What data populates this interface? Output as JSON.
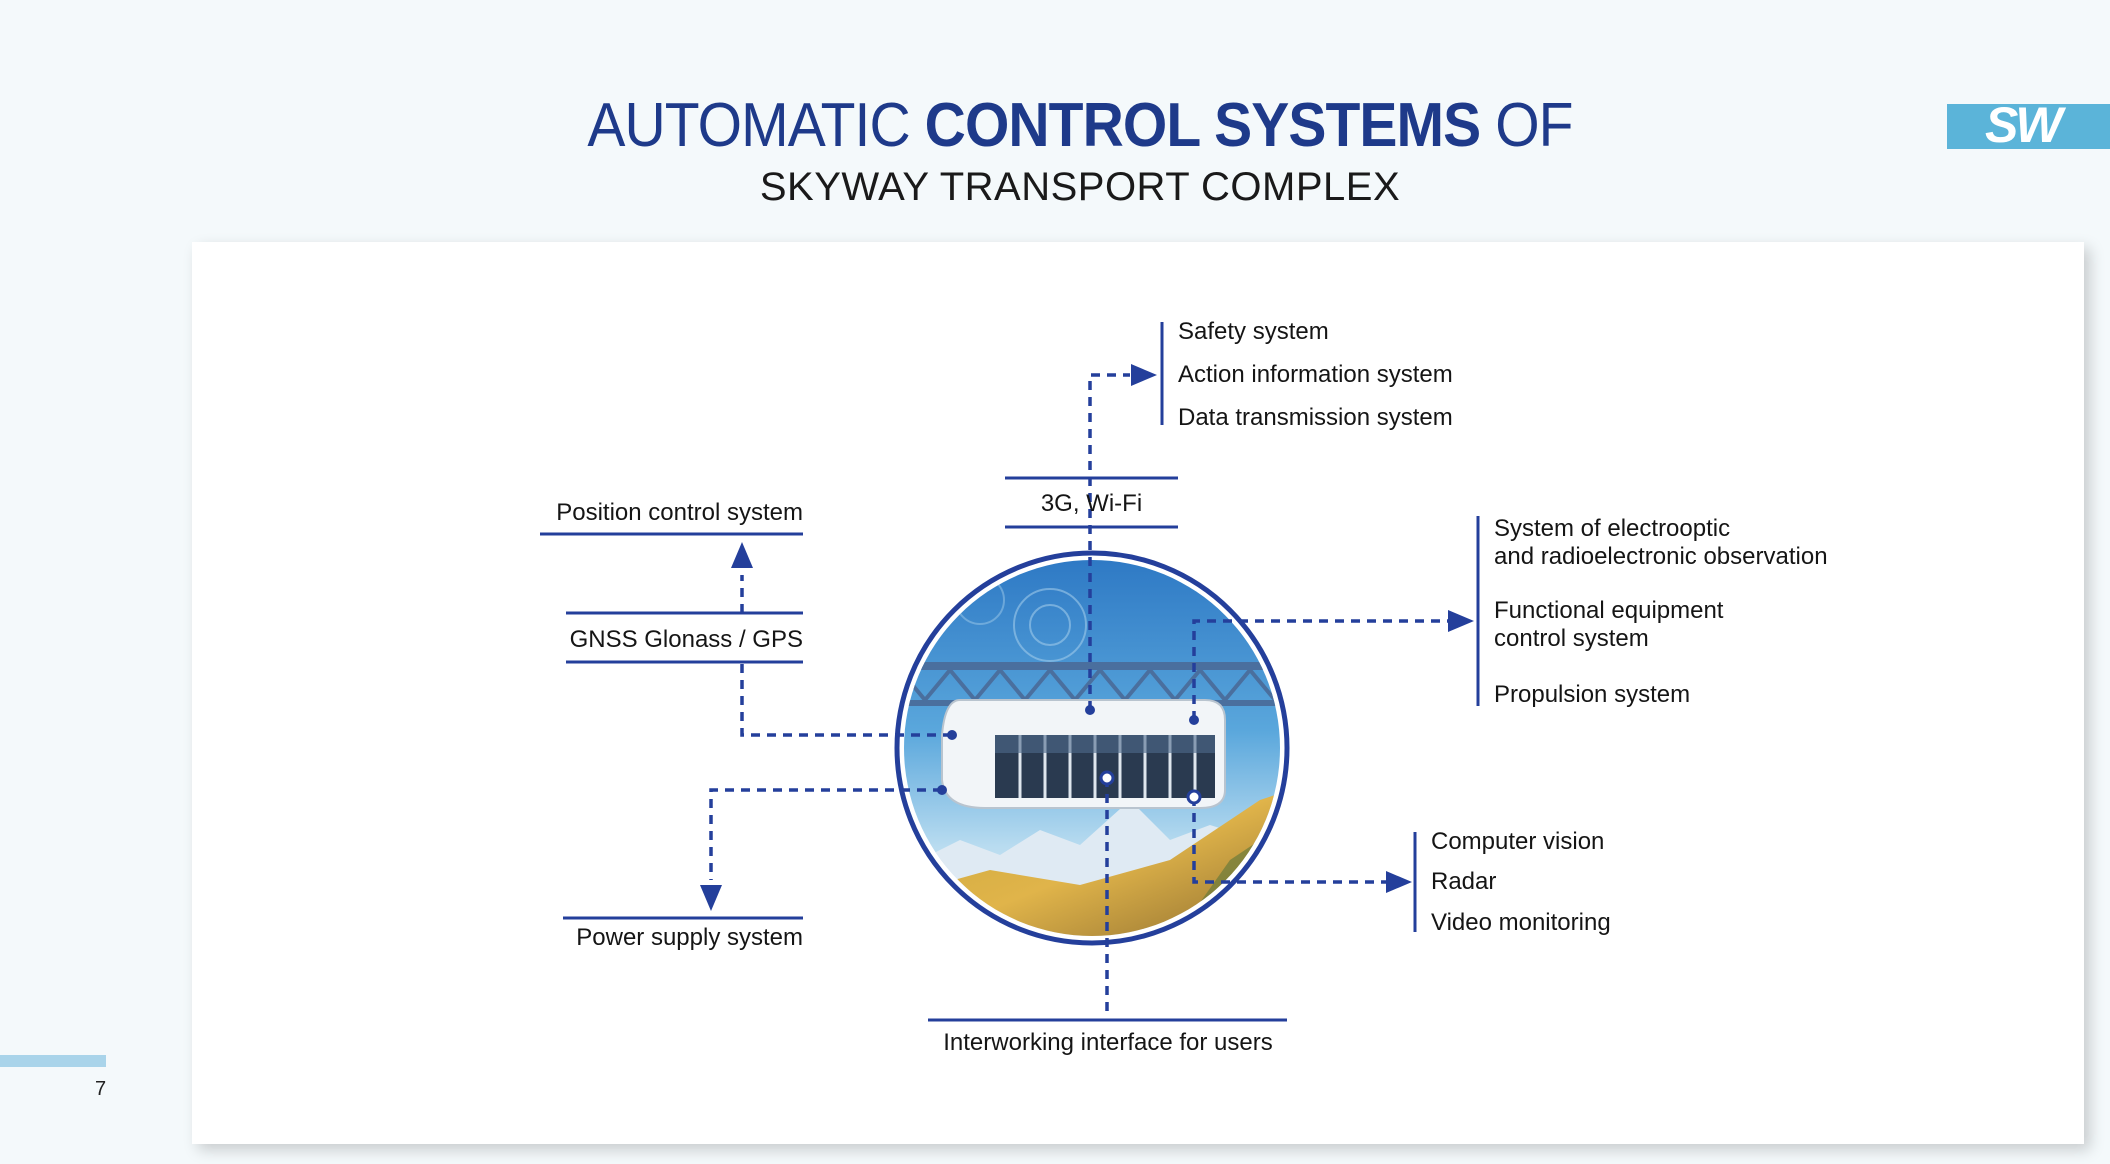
{
  "header": {
    "title_part1": "AUTOMATIC ",
    "title_bold": "CONTROL SYSTEMS",
    "title_part2": " OF",
    "subtitle": "SKYWAY TRANSPORT COMPLEX",
    "logo_text": "SW"
  },
  "footer": {
    "page_number": "7"
  },
  "colors": {
    "accent": "#243f9b",
    "logo_bg": "#5bb4d9",
    "side_bar": "#a9d4ea"
  },
  "diagram": {
    "top_group": [
      "Safety system",
      "Action information system",
      "Data transmission system"
    ],
    "network_label": "3G, Wi-Fi",
    "position_label": "Position control system",
    "gnss_label": "GNSS Glonass / GPS",
    "power_label": "Power supply system",
    "interface_label": "Interworking interface for users",
    "right_group": {
      "electro_line1": "System of electrooptic",
      "electro_line2": "and radioelectronic observation",
      "functional_line1": "Functional equipment",
      "functional_line2": "control system",
      "propulsion": "Propulsion system"
    },
    "sensor_group": [
      "Computer vision",
      "Radar",
      "Video monitoring"
    ]
  }
}
